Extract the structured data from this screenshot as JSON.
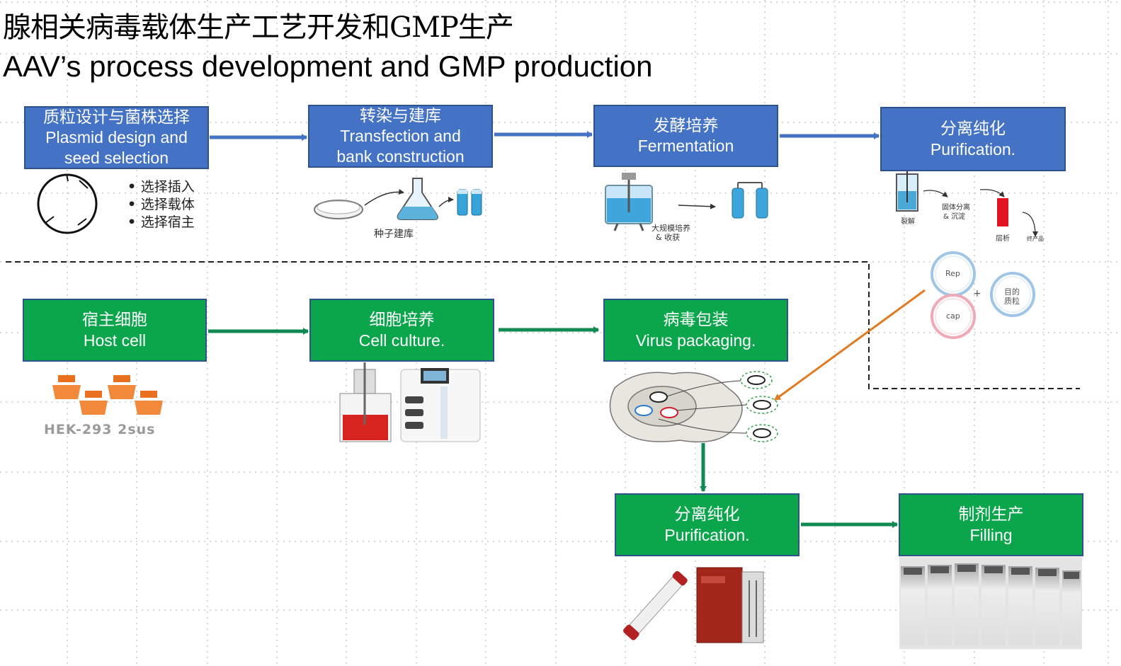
{
  "title": {
    "cn": "腺相关病毒载体生产工艺开发和GMP生产",
    "en": "AAV’s process development and GMP production"
  },
  "top_row": [
    {
      "cn": "质粒设计与菌株选择",
      "en1": "Plasmid design and",
      "en2": "seed selection"
    },
    {
      "cn": "转染与建库",
      "en1": "Transfection and",
      "en2": "bank construction"
    },
    {
      "cn": "发酵培养",
      "en1": "Fermentation"
    },
    {
      "cn": "分离纯化",
      "en1": "Purification."
    }
  ],
  "bullets": [
    "选择插入",
    "选择载体",
    "选择宿主"
  ],
  "labels": {
    "seed_bank": "种子建库",
    "scale_culture_1": "大规模培养",
    "scale_culture_2": "& 收获",
    "lysis": "裂解",
    "solid_sep_1": "固体分离",
    "solid_sep_2": "& 沉淀",
    "chromatography": "层析",
    "final_product": "终产品",
    "rep": "Rep",
    "cap": "cap",
    "plus": "+",
    "target_plasmid_1": "目的",
    "target_plasmid_2": "质粒",
    "hek": "HEK-293 2sus"
  },
  "bottom_row": [
    {
      "cn": "宿主细胞",
      "en1": "Host cell"
    },
    {
      "cn": "细胞培养",
      "en1": "Cell culture."
    },
    {
      "cn": "病毒包装",
      "en1": "Virus packaging."
    },
    {
      "cn": "分离纯化",
      "en1": "Purification."
    },
    {
      "cn": "制剂生产",
      "en1": "Filling"
    }
  ],
  "colors": {
    "blue": "#4472c4",
    "green": "#0ba64c",
    "arrow_blue": "#4472c4",
    "arrow_green": "#108a52",
    "orange_line": "#e07b20"
  }
}
